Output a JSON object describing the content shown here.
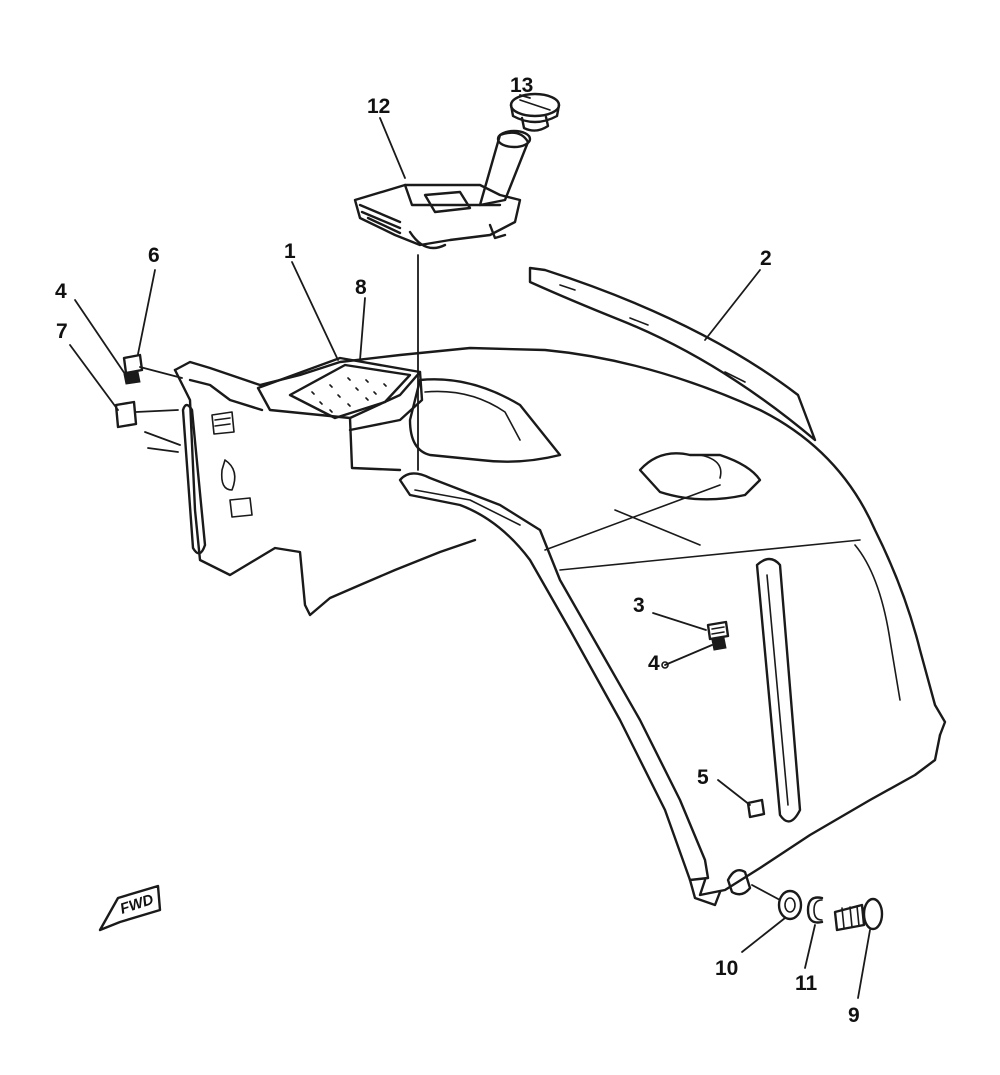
{
  "diagram": {
    "callouts": {
      "c1": "1",
      "c2": "2",
      "c3": "3",
      "c4a": "4",
      "c4b": "4",
      "c5": "5",
      "c6": "6",
      "c7": "7",
      "c8": "8",
      "c9": "9",
      "c10": "10",
      "c11": "11",
      "c12": "12",
      "c13": "13"
    },
    "fwd_label": "FWD"
  }
}
